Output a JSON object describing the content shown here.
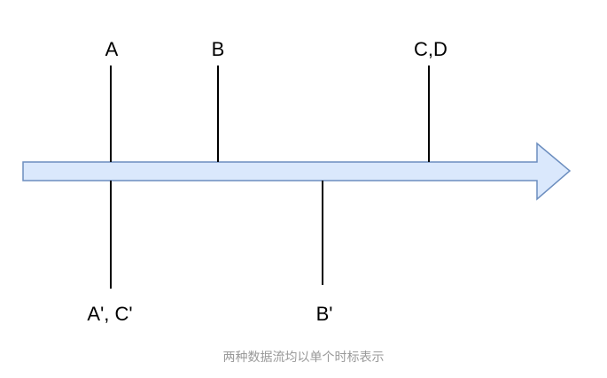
{
  "colors": {
    "arrow_fill": "#dae8fc",
    "arrow_stroke": "#6c8ebf",
    "line": "#000000",
    "caption": "#999999"
  },
  "top_events": [
    "A",
    "B",
    "C,D"
  ],
  "bottom_events": [
    "A', C'",
    "B'"
  ],
  "caption": "两种数据流均以单个时标表示"
}
